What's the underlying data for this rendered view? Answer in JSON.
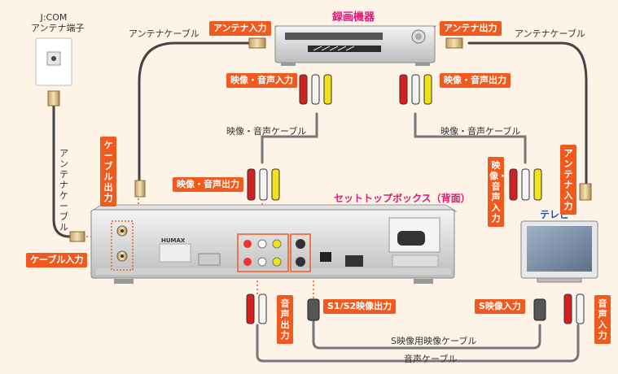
{
  "wall": {
    "title_line1": "J:COM",
    "title_line2": "アンテナ端子"
  },
  "recorder": {
    "title": "録画機器"
  },
  "stb": {
    "title": "セットトップボックス（背面）",
    "brand": "HUMAX"
  },
  "tv": {
    "title": "テレビ"
  },
  "labels": {
    "antenna_cable_left": "アンテナケーブル",
    "antenna_cable_right": "アンテナケーブル",
    "antenna_cable_vertical": "アンテナケーブル",
    "av_cable_left": "映像・音声ケーブル",
    "av_cable_right": "映像・音声ケーブル",
    "s_video_cable": "S映像用映像ケーブル",
    "audio_cable": "音声ケーブル"
  },
  "badges": {
    "antenna_in": "アンテナ入力",
    "antenna_out": "アンテナ出力",
    "av_in_recorder": "映像・音声入力",
    "av_out_recorder": "映像・音声出力",
    "cable_out": "ケーブル出力",
    "av_out_stb": "映像・音声出力",
    "cable_in": "ケーブル入力",
    "tv_av_in": "映像・音声入力",
    "tv_antenna_in": "アンテナ入力",
    "audio_out": "音声出力",
    "s1s2_out": "S1/S2映像出力",
    "s_video_in": "S映像入力",
    "audio_in": "音声入力"
  },
  "colors": {
    "badge": "#f05a1e",
    "title": "#e0177a",
    "red_plug": "#d42020",
    "white_plug": "#f4f4f4",
    "yellow_plug": "#f2e21a"
  }
}
